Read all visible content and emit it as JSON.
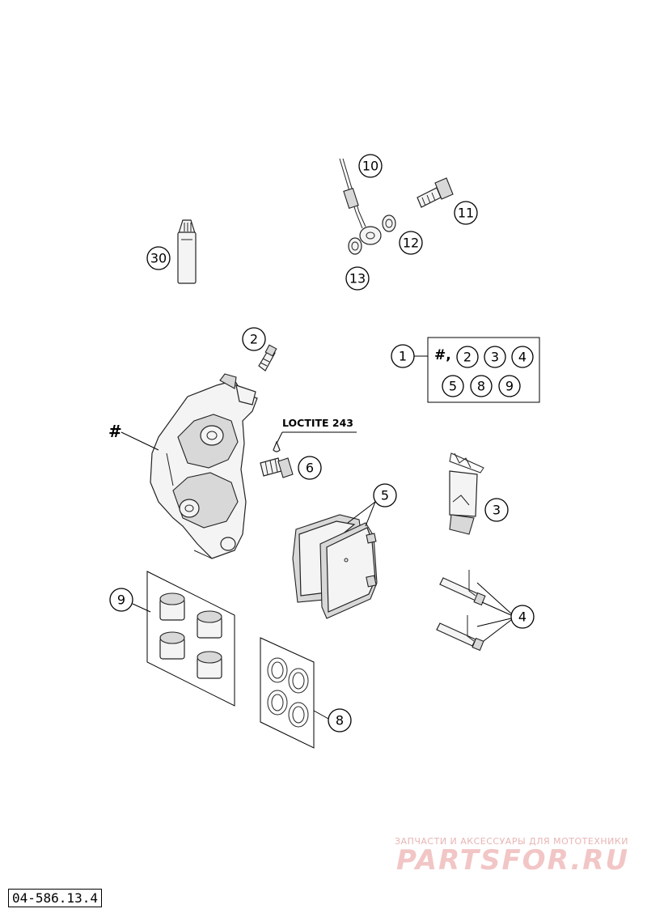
{
  "callouts": {
    "p10": "10",
    "p11": "11",
    "p12": "12",
    "p13": "13",
    "p30": "30",
    "p2": "2",
    "p1": "1",
    "p6": "6",
    "p5": "5",
    "p3": "3",
    "p9": "9",
    "p4": "4",
    "p8": "8",
    "kit": [
      "2",
      "3",
      "4",
      "5",
      "8",
      "9"
    ]
  },
  "labels": {
    "hash": "#",
    "kit_prefix": "#,",
    "loctite": "LOCTITE 243"
  },
  "reference_code": "04-586.13.4",
  "watermark": {
    "subtitle": "ЗАПЧАСТИ И АКСЕССУАРЫ ДЛЯ МОТОТЕХНИКИ",
    "brand": "PARTSFOR.RU"
  }
}
